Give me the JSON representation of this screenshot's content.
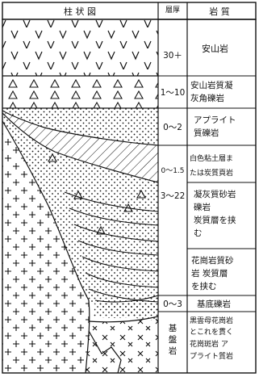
{
  "columns": {
    "column_diagram": "柱 状 図",
    "thickness": "層厚",
    "lithology": "岩 質"
  },
  "units": [
    {
      "thickness": "30＋",
      "lines": [
        "安山岩"
      ]
    },
    {
      "thickness": "1～10",
      "lines": [
        "安山岩質凝",
        "灰角礫岩"
      ]
    },
    {
      "thickness": "0～2",
      "lines": [
        "アプライト",
        "質礫岩"
      ]
    },
    {
      "thickness": "0～1.5",
      "lines": [
        "白色粘土層ま",
        "たは炭質頁岩"
      ]
    },
    {
      "thickness": "3～22",
      "lines": [
        "凝灰質砂岩",
        "礫岩",
        "炭質層を挟",
        "む",
        "花崗岩質砂",
        "岩 炭質層",
        "を挟む"
      ]
    },
    {
      "thickness": "0～3",
      "lines": [
        "基底礫岩"
      ]
    },
    {
      "thickness": "基盤岩",
      "lines": [
        "黒雲母花崗岩",
        "とこれを貫く",
        "花崗斑岩 ア",
        "プライト質岩"
      ]
    }
  ]
}
